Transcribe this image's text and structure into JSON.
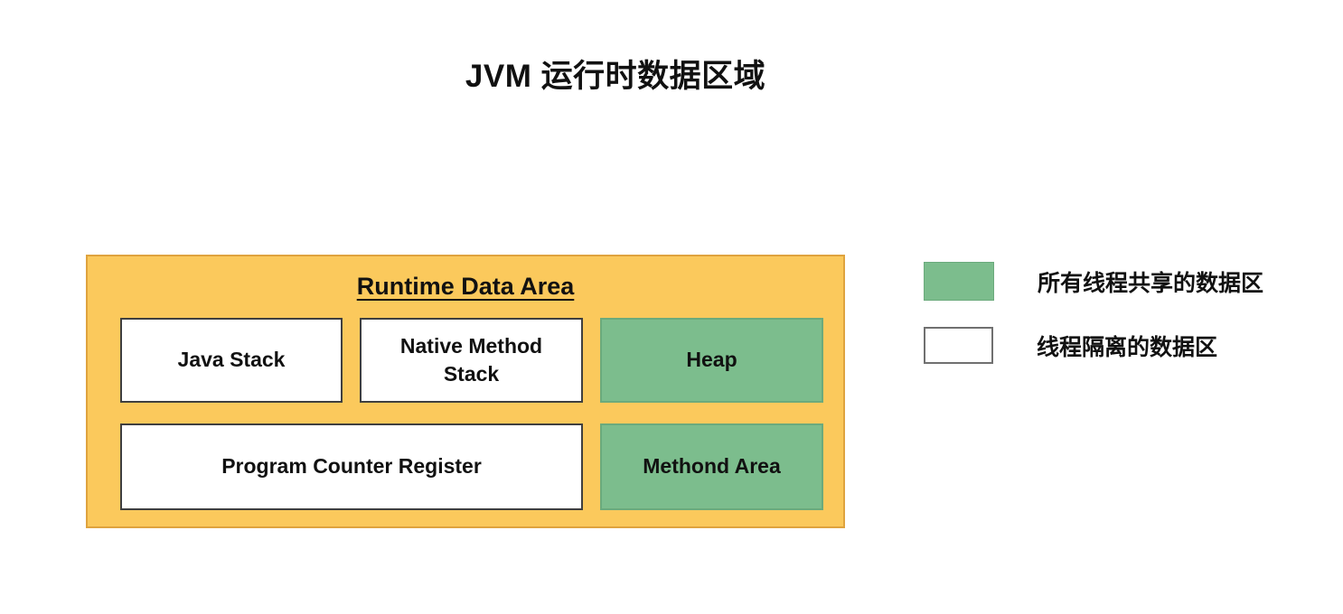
{
  "title": "JVM 运行时数据区域",
  "diagram": {
    "container_label": "Runtime Data Area",
    "boxes": [
      {
        "label": "Java Stack",
        "type": "isolated"
      },
      {
        "label": "Native Method Stack",
        "type": "isolated"
      },
      {
        "label": "Heap",
        "type": "shared"
      },
      {
        "label": "Program Counter Register",
        "type": "isolated"
      },
      {
        "label": "Methond Area",
        "type": "shared"
      }
    ]
  },
  "legend": {
    "items": [
      {
        "swatch": "shared",
        "label": "所有线程共享的数据区"
      },
      {
        "swatch": "isolated",
        "label": "线程隔离的数据区"
      }
    ]
  },
  "colors": {
    "container_fill": "#fbc95c",
    "container_border": "#dfa33e",
    "shared_fill": "#7cbd8d",
    "shared_border": "#6baa7c",
    "isolated_fill": "#ffffff",
    "isolated_border": "#3f3f3f",
    "legend_isolated_border": "#707070"
  }
}
